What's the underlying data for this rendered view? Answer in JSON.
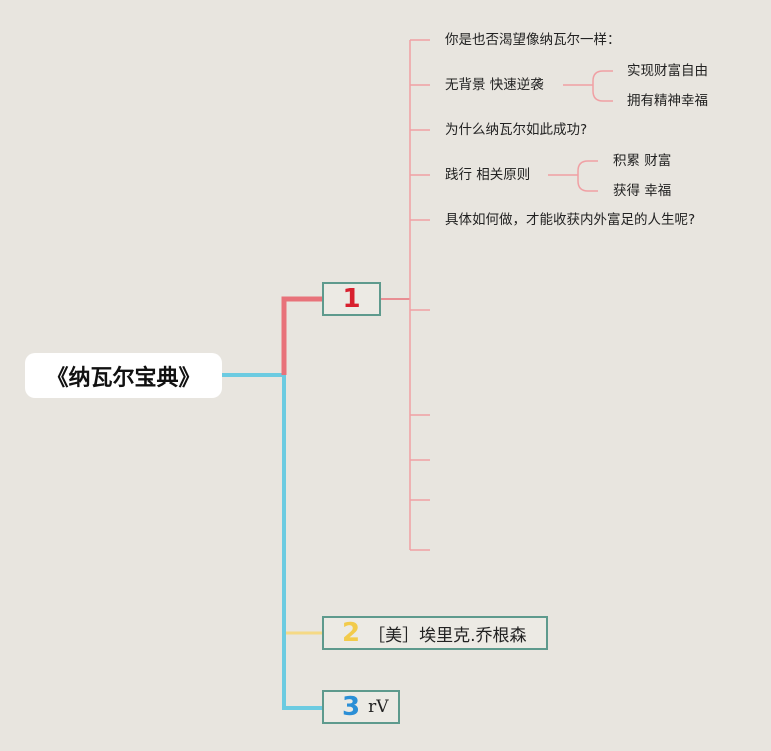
{
  "root": {
    "title": "《纳瓦尔宝典》"
  },
  "branches": [
    {
      "number": "1",
      "label": "",
      "color": "#e8727a",
      "number_color": "#d8202e"
    },
    {
      "number": "2",
      "label": "［美］埃里克.乔根森",
      "color": "#f5d985",
      "number_color": "#f2cb4b"
    },
    {
      "number": "3",
      "label": "rV",
      "color": "#6ccbe1",
      "number_color": "#2b8fd6"
    }
  ],
  "branch1_children": [
    {
      "text": "你是也否渴望像纳瓦尔一样："
    },
    {
      "text": "无背景 快速逆袭",
      "children": [
        "实现财富自由",
        "拥有精神幸福"
      ]
    },
    {
      "text": "为什么纳瓦尔如此成功?"
    },
    {
      "text": "践行 相关原则",
      "children": [
        "积累 财富",
        "获得 幸福"
      ]
    },
    {
      "text": "具体如何做，才能收获内外富足的人生呢?"
    }
  ],
  "colors": {
    "background": "#e8e5df",
    "box_border": "#5e9a8d",
    "root_fill": "#ffffff"
  }
}
